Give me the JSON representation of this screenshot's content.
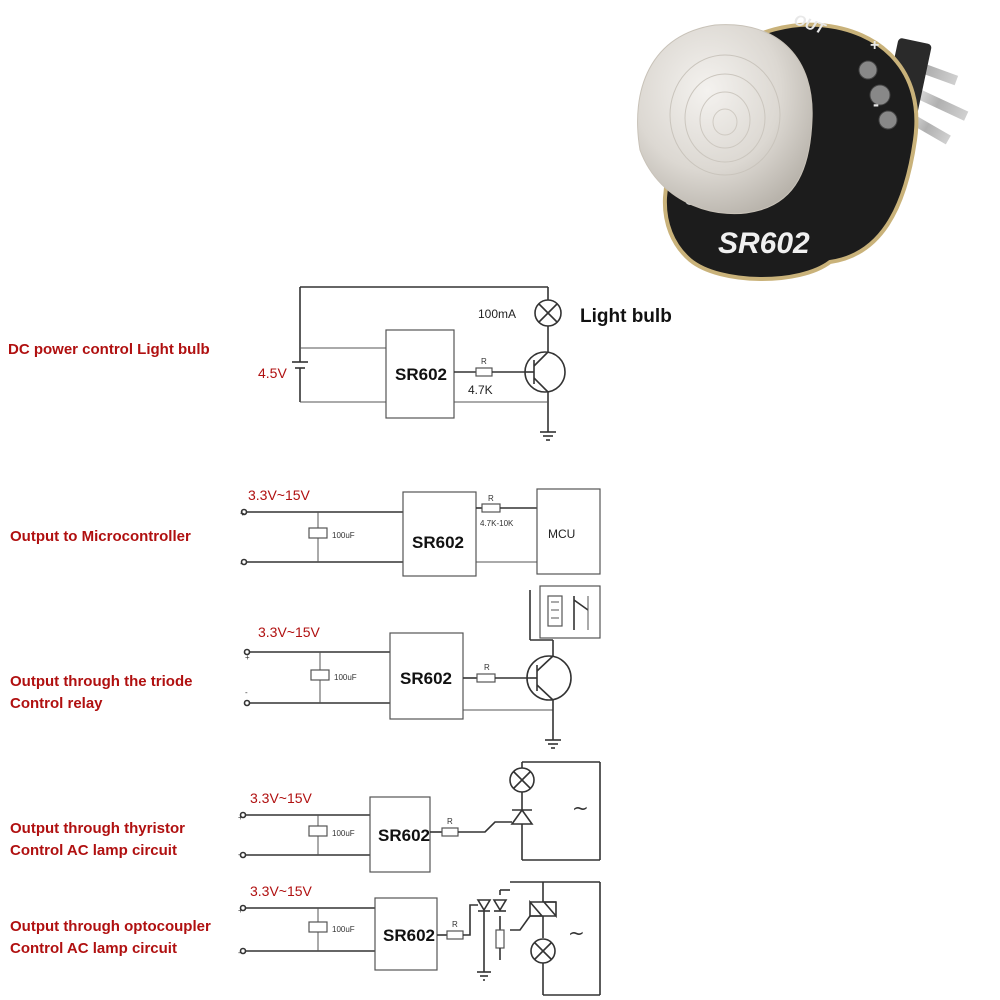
{
  "module": {
    "name": "SR602",
    "pin_out": "OUT",
    "pin_plus": "+",
    "pin_minus": "-"
  },
  "circuits": [
    {
      "title": [
        "DC power control Light bulb"
      ],
      "voltage": "4.5V",
      "module_label": "SR602",
      "resistor_label": "R",
      "resistor_value": "4.7K",
      "current_label": "100mA",
      "load_label": "Light bulb"
    },
    {
      "title": [
        "Output to Microcontroller"
      ],
      "voltage": "3.3V~15V",
      "module_label": "SR602",
      "capacitor_label": "100uF",
      "resistor_label": "R",
      "resistor_value": "4.7K-10K",
      "target_label": "MCU"
    },
    {
      "title": [
        "Output through the triode",
        "Control relay"
      ],
      "voltage": "3.3V~15V",
      "module_label": "SR602",
      "capacitor_label": "100uF",
      "resistor_label": "R"
    },
    {
      "title": [
        "Output through thyristor",
        "Control AC lamp circuit"
      ],
      "voltage": "3.3V~15V",
      "module_label": "SR602",
      "capacitor_label": "100uF",
      "resistor_label": "R",
      "ac_symbol": "~"
    },
    {
      "title": [
        "Output through optocoupler",
        "Control AC lamp circuit"
      ],
      "voltage": "3.3V~15V",
      "module_label": "SR602",
      "capacitor_label": "100uF",
      "resistor_label": "R",
      "ac_symbol": "~"
    }
  ]
}
